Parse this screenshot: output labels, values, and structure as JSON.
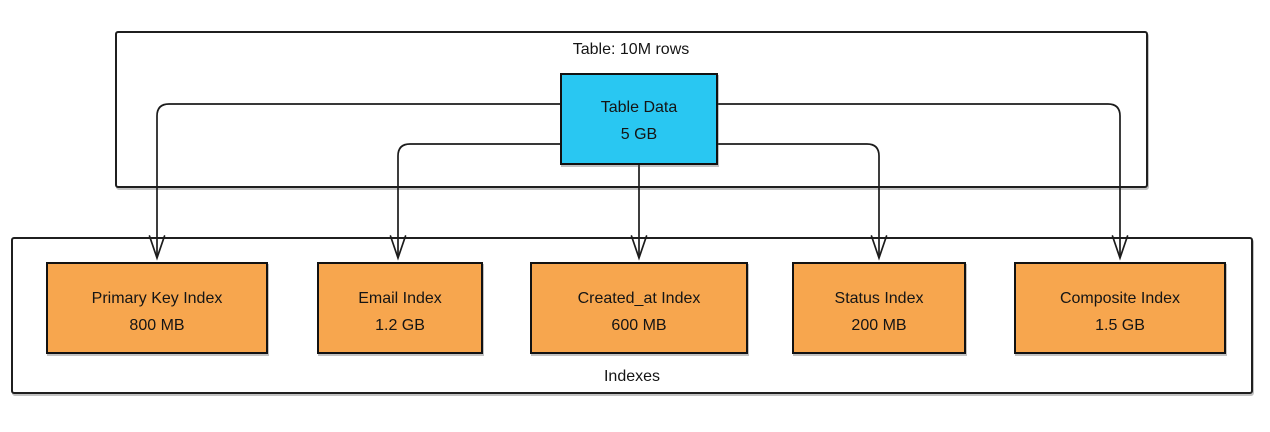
{
  "table_group": {
    "label": "Table: 10M rows"
  },
  "table_data": {
    "label": "Table Data",
    "size": "5 GB"
  },
  "indexes_group": {
    "label": "Indexes"
  },
  "indexes": [
    {
      "label": "Primary Key Index",
      "size": "800 MB"
    },
    {
      "label": "Email Index",
      "size": "1.2 GB"
    },
    {
      "label": "Created_at Index",
      "size": "600 MB"
    },
    {
      "label": "Status Index",
      "size": "200 MB"
    },
    {
      "label": "Composite Index",
      "size": "1.5 GB"
    }
  ],
  "colors": {
    "table_data_fill": "#29c7f2",
    "index_fill": "#f7a64e",
    "line": "#1c1c1c",
    "background": "#ffffff",
    "text": "#151515"
  }
}
